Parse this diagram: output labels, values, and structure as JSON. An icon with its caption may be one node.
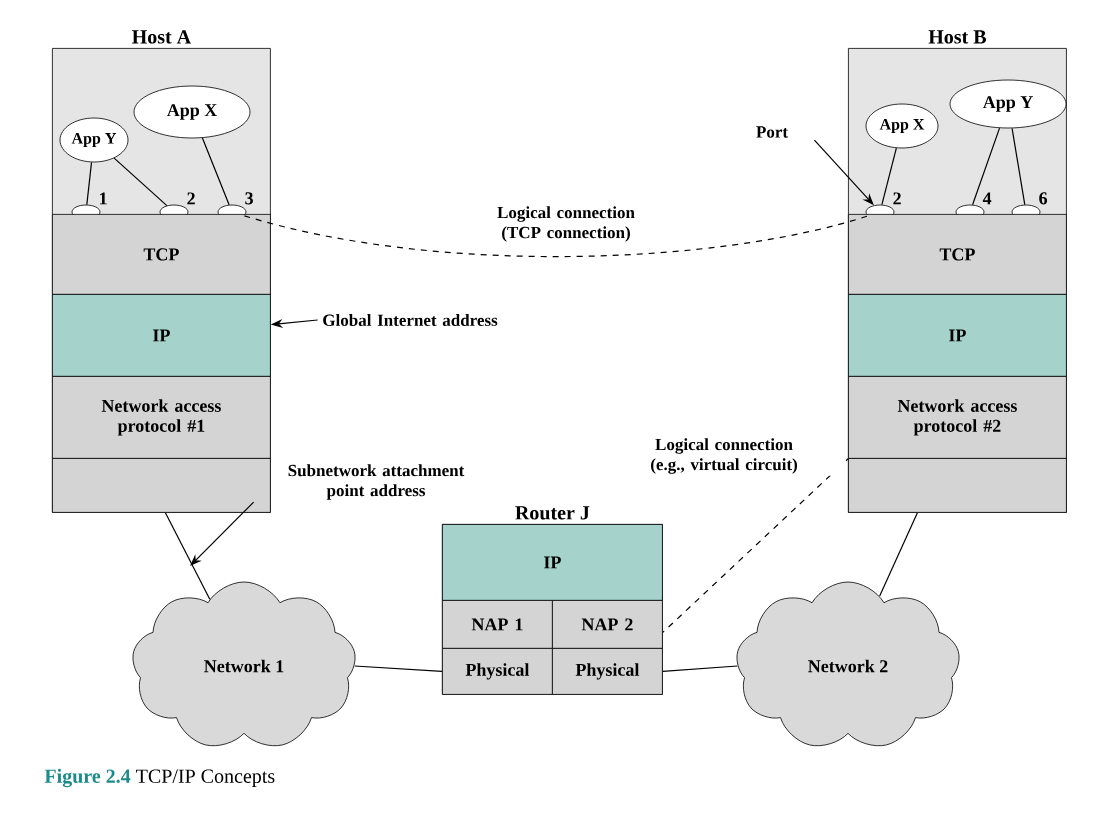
{
  "diagram": {
    "caption": "**Figure 2.4** TCP/IP Concepts",
    "nodes": [
      {
        "text": [
          "Host A"
        ]
      },
      {
        "text": [
          "App Y"
        ],
        "in": 0
      },
      {
        "text": [
          "App X"
        ],
        "in": 0
      },
      {
        "text": [],
        "shape": "ellipse",
        "in": 0,
        "beside": [
          "1"
        ]
      },
      {
        "text": [],
        "shape": "ellipse",
        "in": 0,
        "beside": [
          "2"
        ]
      },
      {
        "text": [],
        "shape": "ellipse",
        "in": 0,
        "beside": [
          "3"
        ]
      },
      {
        "text": [
          "TCP"
        ],
        "in": 0
      },
      {
        "text": [
          "IP"
        ],
        "in": 0
      },
      {
        "text": [
          "Network access protocol #1"
        ],
        "in": 0
      },
      {
        "text": [],
        "shape": "box",
        "in": 0
      },
      {
        "text": [
          "Host B"
        ]
      },
      {
        "text": [
          "App X"
        ],
        "in": 10
      },
      {
        "text": [
          "App Y"
        ],
        "in": 10
      },
      {
        "text": [],
        "shape": "ellipse",
        "in": 10,
        "beside": [
          "2"
        ]
      },
      {
        "text": [],
        "shape": "ellipse",
        "in": 10,
        "beside": [
          "4"
        ]
      },
      {
        "text": [],
        "shape": "ellipse",
        "in": 10,
        "beside": [
          "6"
        ]
      },
      {
        "text": [
          "TCP"
        ],
        "in": 10
      },
      {
        "text": [
          "IP"
        ],
        "in": 10
      },
      {
        "text": [
          "Network access protocol #2"
        ],
        "in": 10
      },
      {
        "text": [],
        "shape": "box",
        "in": 10
      },
      {
        "text": [
          "Router J"
        ]
      },
      {
        "text": [
          "IP"
        ],
        "in": 20
      },
      {
        "text": [
          "NAP 1"
        ],
        "in": 20
      },
      {
        "text": [
          "NAP 2"
        ],
        "in": 20
      },
      {
        "text": [
          "Physical"
        ],
        "in": 20
      },
      {
        "text": [
          "Physical"
        ],
        "in": 20
      },
      {
        "text": [
          "Network 1"
        ]
      },
      {
        "text": [
          "Network 2"
        ]
      },
      {
        "text": [
          "Port"
        ]
      },
      {
        "text": [
          "Global Internet address"
        ]
      },
      {
        "text": [
          "Subnetwork attachment point address"
        ]
      }
    ],
    "edges": [
      {
        "from": 1,
        "to": 3,
        "arrow": "none"
      },
      {
        "from": 1,
        "to": 4,
        "arrow": "none"
      },
      {
        "from": 2,
        "to": 5,
        "arrow": "none"
      },
      {
        "from": 5,
        "to": 13,
        "arrow": "none",
        "style": "dashed",
        "label": "Logical connection (TCP connection)"
      },
      {
        "from": 11,
        "to": 13,
        "arrow": "none"
      },
      {
        "from": 12,
        "to": 14,
        "arrow": "none"
      },
      {
        "from": 12,
        "to": 15,
        "arrow": "none"
      },
      {
        "from": 28,
        "to": 13,
        "arrow": "to"
      },
      {
        "from": 29,
        "to": 7,
        "arrow": "to"
      },
      {
        "from": 30,
        "to": null,
        "arrow": "to"
      },
      {
        "from": 9,
        "to": 26,
        "arrow": "none"
      },
      {
        "from": 26,
        "to": 24,
        "arrow": "none"
      },
      {
        "from": 25,
        "to": 27,
        "arrow": "none"
      },
      {
        "from": 27,
        "to": 19,
        "arrow": "none"
      },
      {
        "from": 18,
        "to": 23,
        "arrow": "none",
        "style": "dashed",
        "label": "Logical connection (e.g., virtual circuit)"
      }
    ]
  }
}
